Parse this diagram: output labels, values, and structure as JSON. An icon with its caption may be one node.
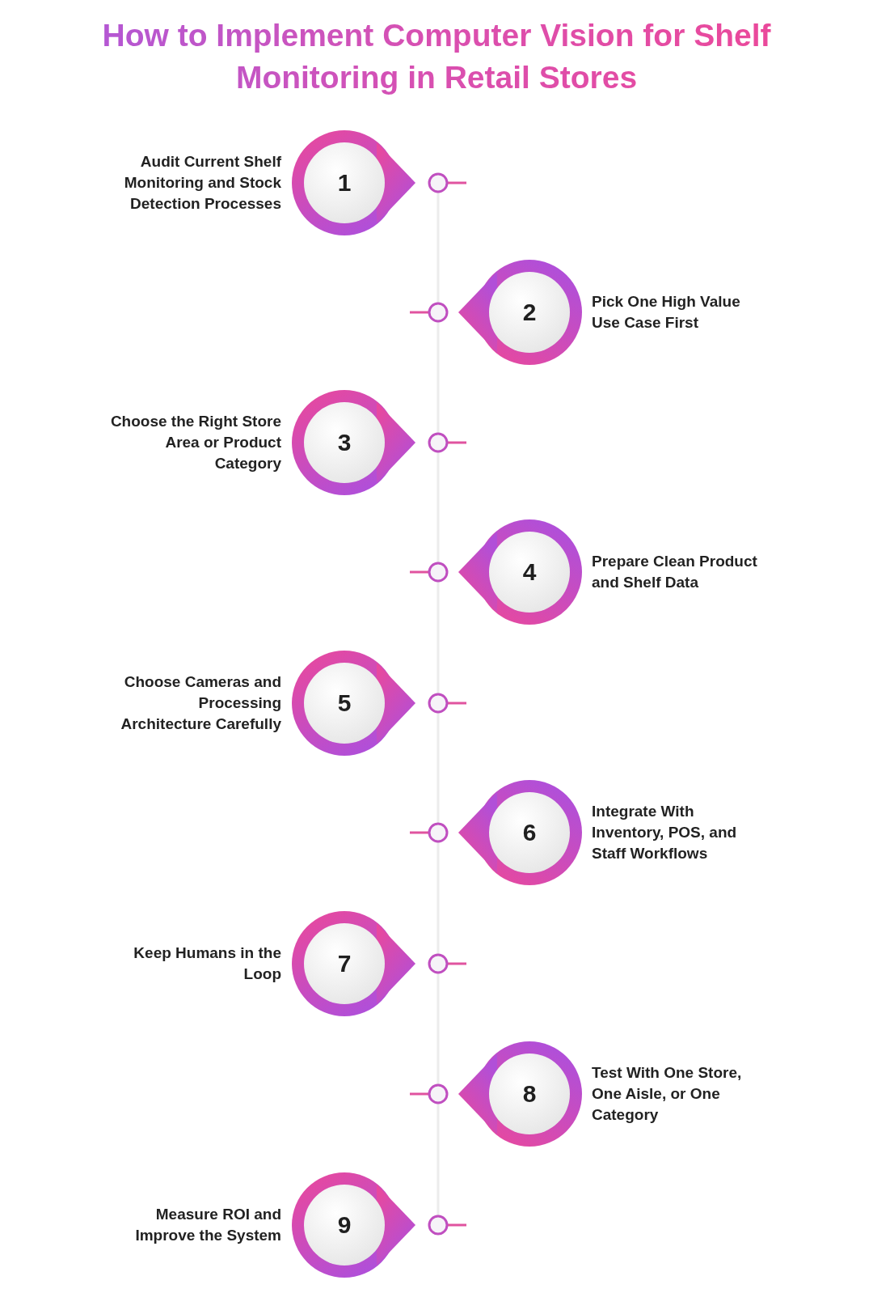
{
  "diagram": {
    "title": "How to Implement Computer Vision for Shelf Monitoring in Retail Stores",
    "nodes": [
      {
        "text": [
          "1"
        ],
        "beside": [
          "Audit Current Shelf Monitoring and Stock Detection Processes"
        ]
      },
      {
        "text": [
          "2"
        ],
        "beside": [
          "Pick One High Value Use Case First"
        ]
      },
      {
        "text": [
          "3"
        ],
        "beside": [
          "Choose the Right Store Area or Product Category"
        ]
      },
      {
        "text": [
          "4"
        ],
        "beside": [
          "Prepare Clean Product and Shelf Data"
        ]
      },
      {
        "text": [
          "5"
        ],
        "beside": [
          "Choose Cameras and Processing Architecture Carefully"
        ]
      },
      {
        "text": [
          "6"
        ],
        "beside": [
          "Integrate With Inventory, POS, and Staff Workflows"
        ]
      },
      {
        "text": [
          "7"
        ],
        "beside": [
          "Keep Humans in the Loop"
        ]
      },
      {
        "text": [
          "8"
        ],
        "beside": [
          "Test With One Store, One Aisle, or One Category"
        ]
      },
      {
        "text": [
          "9"
        ],
        "beside": [
          "Measure ROI and Improve the System"
        ]
      }
    ]
  }
}
